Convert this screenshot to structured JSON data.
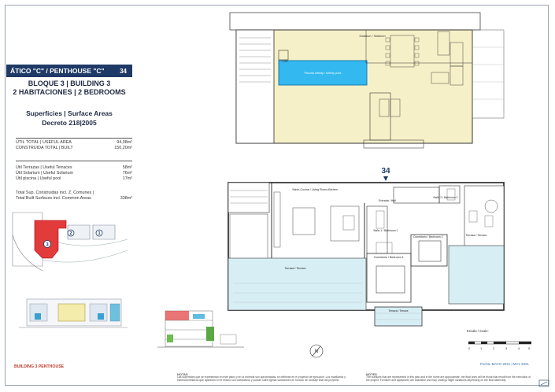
{
  "header": {
    "title": "ÁTICO \"C\" / PENTHOUSE \"C\"",
    "number": "34"
  },
  "building": {
    "line1": "BLOQUE 3 | BUILDING 3",
    "line2": "2 HABITACIONES | 2 BEDROOMS"
  },
  "areas": {
    "title1": "Superficies | Surface Areas",
    "title2": "Decreto 218|2005",
    "useful_label": "ÚTIL TOTAL | USEFUL AREA",
    "useful_value": "94,08m²",
    "built_label": "CONSTRUIDA TOTAL | BUILT",
    "built_value": "150,20m²",
    "terraces_label": "Útil Terrazas | Useful Terraces",
    "terraces_value": "58m²",
    "solarium_label": "Útil Solarium | Useful Solarium",
    "solarium_value": "76m²",
    "pool_label": "Útil piscina | Useful pool",
    "pool_value": "17m²",
    "total_label1": "Total Sup. Construidas incl. Z. Comunes |",
    "total_label2": "Total Built Surfaces incl. Common Areas",
    "total_value": "338m²"
  },
  "keyplan": {
    "marker3": "3",
    "marker2": "2",
    "marker1": "1"
  },
  "plan_labels": {
    "unit_number": "34",
    "solarium": "Solarium / Solarium",
    "pool": "Piscina Infinity / Infinity pool",
    "pool_depth": "1.20",
    "living": "Salón-Cocina / Living Room-Kitchen",
    "entrance": "Entrada / Hall",
    "bath1": "Baño 1 / Bathroom 1",
    "bath2": "Baño 2 / Bathroom 2",
    "dorm2": "Dormitorio / Bedroom 2",
    "dorm1": "Dormitorio / Bedroom 1",
    "terrace_left": "Terraza / Terrace",
    "terrace_right": "Terraza / Terrace",
    "terrace_bottom": "Terraza / Terrace"
  },
  "scale": {
    "label": "Escala / Scale:",
    "ticks": [
      "0",
      "1",
      "2",
      "3",
      "4",
      "5"
    ]
  },
  "date": "Fecha: MAYO 2021 | MAY 2021",
  "footer": {
    "penthouse": "BUILDING 3 PENTHOUSE",
    "notas_title": "NOTAS",
    "notas_text": "Las superficies que se representan en este plano y en la vivienda son aproximadas, se definirán en el proyecto de ejecución. Los mobiliarios y electrodomésticos que aparecen en el mismo son orientativos y podrán sufrir ligeras variaciones en función de montaje final del proyecto.",
    "notes_title": "NOTES",
    "notes_text": "The surfaces that are represented in this plan and in the home are approximate, the final ones will be those that result from the execution of the project. Furniture and appliances are indicative and may undergo slight variations depending on the final assembly."
  },
  "colors": {
    "brand": "#1f3a66",
    "accent_red": "#c0392b",
    "solarium_fill": "#f6f0c8",
    "pool_fill": "#33b8f0",
    "terrace_fill": "#d8eef5"
  }
}
